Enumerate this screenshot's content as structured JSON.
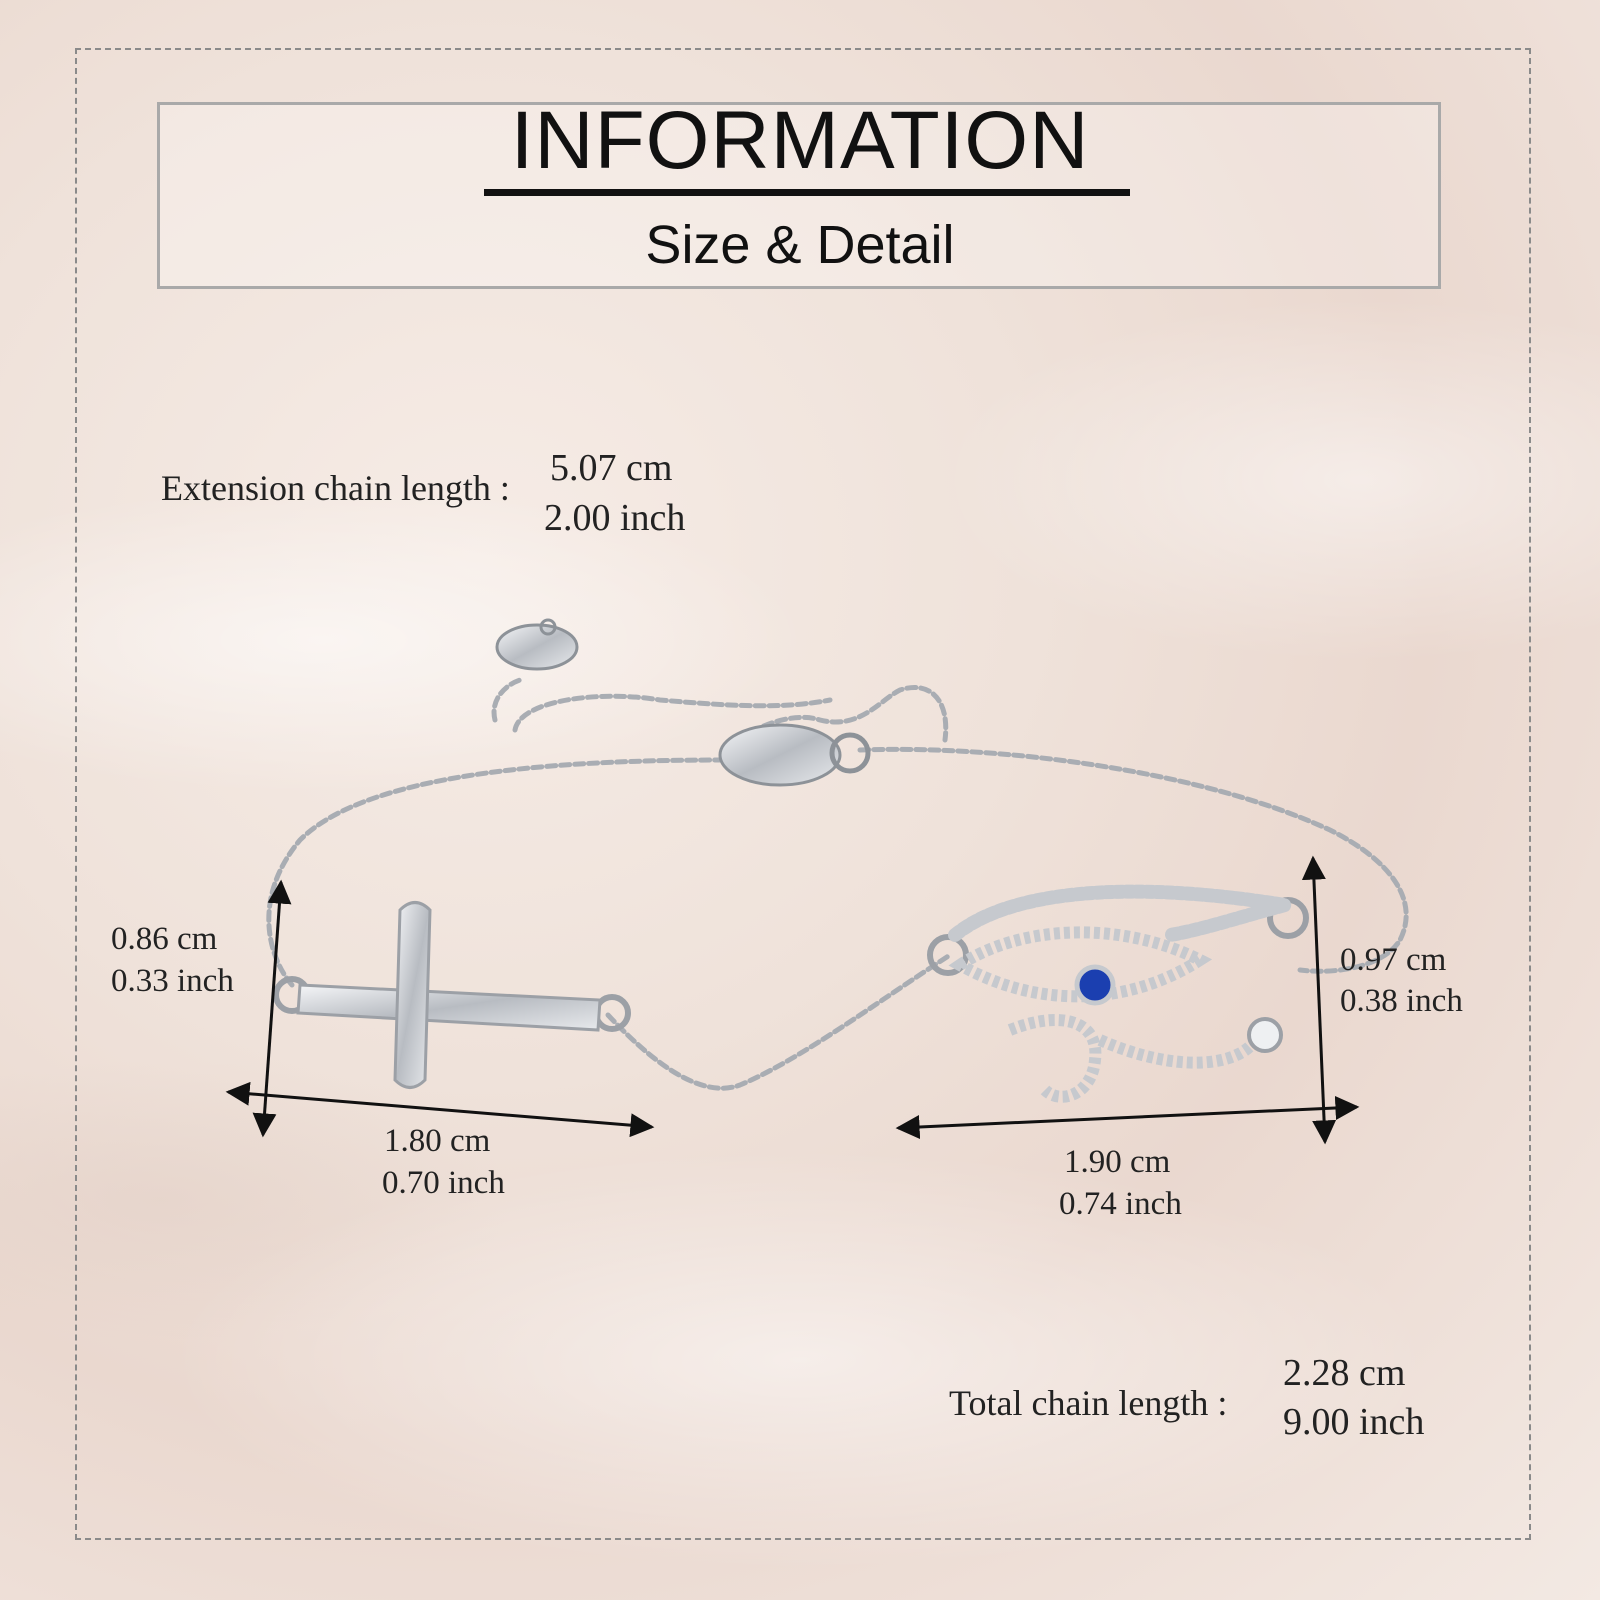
{
  "header": {
    "title": "INFORMATION",
    "subtitle": "Size & Detail"
  },
  "extension_chain": {
    "label": "Extension chain length :",
    "cm": "5.07 cm",
    "inch": "2.00 inch"
  },
  "cross_pendant": {
    "height_cm": "0.86 cm",
    "height_inch": "0.33 inch",
    "width_cm": "1.80 cm",
    "width_inch": "0.70 inch"
  },
  "eye_pendant": {
    "height_cm": "0.97 cm",
    "height_inch": "0.38 inch",
    "width_cm": "1.90 cm",
    "width_inch": "0.74 inch"
  },
  "total_chain": {
    "label": "Total chain length :",
    "cm": "2.28 cm",
    "inch": "9.00 inch"
  },
  "colors": {
    "frame": "#8a8a8a",
    "silver": "#c9cdd2",
    "gem": "#1b3fb0"
  }
}
